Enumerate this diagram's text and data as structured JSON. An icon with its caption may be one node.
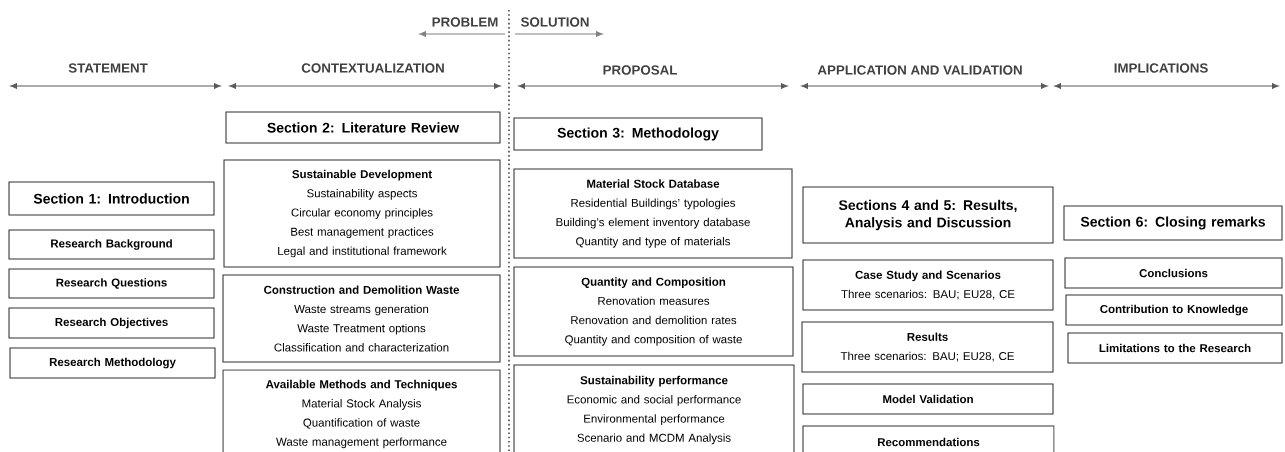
{
  "diagram": {
    "nodes": [
      {
        "text": [
          "Section 1: Introduction"
        ]
      },
      {
        "text": [
          "Research Background"
        ]
      },
      {
        "text": [
          "Research Questions"
        ]
      },
      {
        "text": [
          "Research Objectives"
        ]
      },
      {
        "text": [
          "Research Methodology"
        ]
      },
      {
        "text": [
          "Section 2: Literature Review"
        ]
      },
      {
        "text": [
          "Sustainable Development",
          "Sustainability aspects",
          "Circular economy principles",
          "Best management practices",
          "Legal and institutional framework"
        ]
      },
      {
        "text": [
          "Construction and Demolition Waste",
          "Waste streams generation",
          "Waste Treatment options",
          "Classification and characterization"
        ]
      },
      {
        "text": [
          "Available Methods and Techniques",
          "Material Stock Analysis",
          "Quantification of waste",
          "Waste management performance"
        ]
      },
      {
        "text": [
          "Section 3: Methodology"
        ]
      },
      {
        "text": [
          "Material Stock Database",
          "Residential Buildings’ typologies",
          "Building’s element inventory database",
          "Quantity and type of materials"
        ]
      },
      {
        "text": [
          "Quantity and Composition",
          "Renovation measures",
          "Renovation and demolition rates",
          "Quantity and composition of waste"
        ]
      },
      {
        "text": [
          "Sustainability performance",
          "Economic and social performance",
          "Environmental performance",
          "Scenario and MCDM Analysis"
        ]
      },
      {
        "text": [
          "Sections 4 and 5: Results, Analysis and Discussion"
        ]
      },
      {
        "text": [
          "Case Study and Scenarios",
          "Three scenarios: BAU; EU28, CE"
        ]
      },
      {
        "text": [
          "Results",
          "Three scenarios: BAU; EU28, CE"
        ]
      },
      {
        "text": [
          "Model Validation"
        ]
      },
      {
        "text": [
          "Recommendations"
        ]
      },
      {
        "text": [
          "Section 6: Closing remarks"
        ]
      },
      {
        "text": [
          "Conclusions"
        ]
      },
      {
        "text": [
          "Contribution to Knowledge"
        ]
      },
      {
        "text": [
          "Limitations to the Research"
        ]
      }
    ],
    "labels": [
      "PROBLEM",
      "SOLUTION",
      "STATEMENT",
      "CONTEXTUALIZATION",
      "PROPOSAL",
      "APPLICATION AND VALIDATION",
      "IMPLICATIONS"
    ]
  }
}
